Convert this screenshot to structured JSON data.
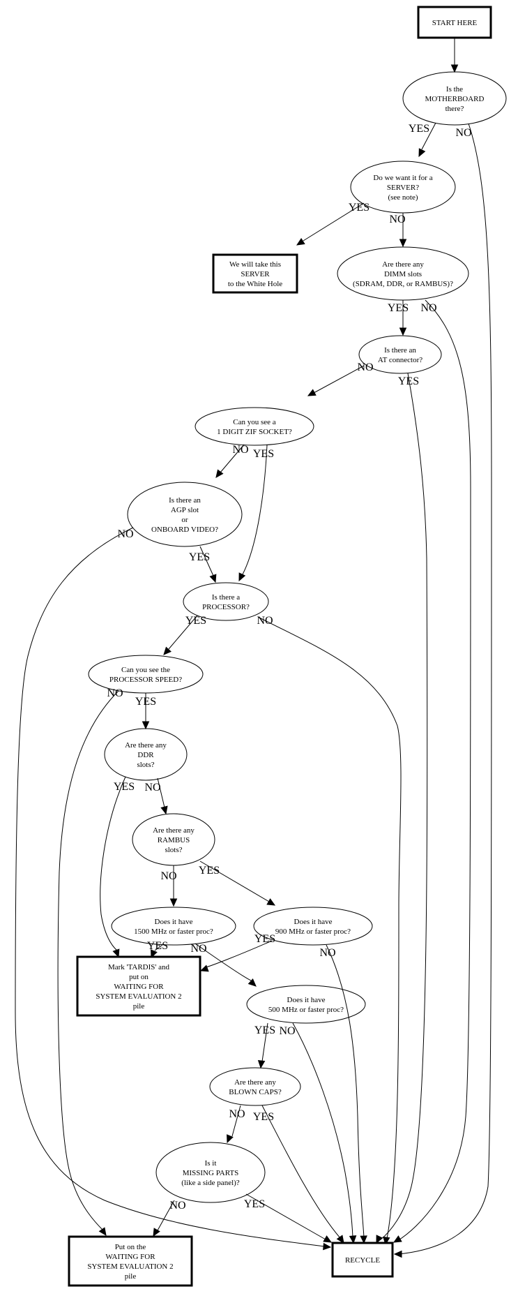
{
  "title": "Motherboard triage flowchart",
  "colors": {
    "stroke": "#000000",
    "background": "#ffffff"
  },
  "nodes": {
    "start": {
      "shape": "box",
      "lines": [
        "START HERE"
      ]
    },
    "mobo": {
      "shape": "ellipse",
      "lines": [
        "Is the",
        "MOTHERBOARD",
        "there?"
      ]
    },
    "server": {
      "shape": "ellipse",
      "lines": [
        "Do we want it for a",
        "SERVER?",
        "(see note)"
      ]
    },
    "whitehole": {
      "shape": "box",
      "lines": [
        "We will take this",
        "SERVER",
        "to the White Hole"
      ]
    },
    "dimm": {
      "shape": "ellipse",
      "lines": [
        "Are there any",
        "DIMM slots",
        "(SDRAM, DDR, or RAMBUS)?"
      ]
    },
    "at": {
      "shape": "ellipse",
      "lines": [
        "Is there an",
        "AT connector?"
      ]
    },
    "zif": {
      "shape": "ellipse",
      "lines": [
        "Can you see a",
        "1 DIGIT ZIF SOCKET?"
      ]
    },
    "agp": {
      "shape": "ellipse",
      "lines": [
        "Is there an",
        "AGP slot",
        "or",
        "ONBOARD VIDEO?"
      ]
    },
    "proc": {
      "shape": "ellipse",
      "lines": [
        "Is there a",
        "PROCESSOR?"
      ]
    },
    "speed": {
      "shape": "ellipse",
      "lines": [
        "Can you see the",
        "PROCESSOR SPEED?"
      ]
    },
    "ddr": {
      "shape": "ellipse",
      "lines": [
        "Are there any",
        "DDR",
        "slots?"
      ]
    },
    "rambus": {
      "shape": "ellipse",
      "lines": [
        "Are there any",
        "RAMBUS",
        "slots?"
      ]
    },
    "mhz1500": {
      "shape": "ellipse",
      "lines": [
        "Does it have",
        "1500 MHz or faster proc?"
      ]
    },
    "mhz900": {
      "shape": "ellipse",
      "lines": [
        "Does it have",
        "900 MHz or faster proc?"
      ]
    },
    "tardis": {
      "shape": "box",
      "lines": [
        "Mark 'TARDIS' and",
        "put on",
        "WAITING FOR",
        "SYSTEM EVALUATION 2",
        "pile"
      ]
    },
    "mhz500": {
      "shape": "ellipse",
      "lines": [
        "Does it have",
        "500 MHz or faster proc?"
      ]
    },
    "caps": {
      "shape": "ellipse",
      "lines": [
        "Are there any",
        "BLOWN CAPS?"
      ]
    },
    "missing": {
      "shape": "ellipse",
      "lines": [
        "Is it",
        "MISSING PARTS",
        "(like a side panel)?"
      ]
    },
    "waiting": {
      "shape": "box",
      "lines": [
        "Put on the",
        "WAITING FOR",
        "SYSTEM EVALUATION 2",
        "pile"
      ]
    },
    "recycle": {
      "shape": "box",
      "lines": [
        "RECYCLE"
      ]
    }
  },
  "edges": [
    {
      "from": "start",
      "to": "mobo",
      "label": ""
    },
    {
      "from": "mobo",
      "to": "server",
      "label": "YES"
    },
    {
      "from": "mobo",
      "to": "recycle",
      "label": "NO"
    },
    {
      "from": "server",
      "to": "whitehole",
      "label": "YES"
    },
    {
      "from": "server",
      "to": "dimm",
      "label": "NO"
    },
    {
      "from": "dimm",
      "to": "at",
      "label": "YES"
    },
    {
      "from": "dimm",
      "to": "recycle",
      "label": "NO"
    },
    {
      "from": "at",
      "to": "zif",
      "label": "NO"
    },
    {
      "from": "at",
      "to": "recycle",
      "label": "YES"
    },
    {
      "from": "zif",
      "to": "agp",
      "label": "NO"
    },
    {
      "from": "zif",
      "to": "proc",
      "label": "YES"
    },
    {
      "from": "agp",
      "to": "recycle",
      "label": "NO"
    },
    {
      "from": "agp",
      "to": "proc",
      "label": "YES"
    },
    {
      "from": "proc",
      "to": "speed",
      "label": "YES"
    },
    {
      "from": "proc",
      "to": "recycle",
      "label": "NO"
    },
    {
      "from": "speed",
      "to": "waiting",
      "label": "NO"
    },
    {
      "from": "speed",
      "to": "ddr",
      "label": "YES"
    },
    {
      "from": "ddr",
      "to": "tardis",
      "label": "YES"
    },
    {
      "from": "ddr",
      "to": "rambus",
      "label": "NO"
    },
    {
      "from": "rambus",
      "to": "mhz1500",
      "label": "NO"
    },
    {
      "from": "rambus",
      "to": "mhz900",
      "label": "YES"
    },
    {
      "from": "mhz1500",
      "to": "tardis",
      "label": "YES"
    },
    {
      "from": "mhz1500",
      "to": "mhz500",
      "label": "NO"
    },
    {
      "from": "mhz900",
      "to": "tardis",
      "label": "YES"
    },
    {
      "from": "mhz900",
      "to": "recycle",
      "label": "NO"
    },
    {
      "from": "mhz500",
      "to": "caps",
      "label": "YES"
    },
    {
      "from": "mhz500",
      "to": "recycle",
      "label": "NO"
    },
    {
      "from": "caps",
      "to": "missing",
      "label": "NO"
    },
    {
      "from": "caps",
      "to": "recycle",
      "label": "YES"
    },
    {
      "from": "missing",
      "to": "waiting",
      "label": "NO"
    },
    {
      "from": "missing",
      "to": "recycle",
      "label": "YES"
    }
  ]
}
